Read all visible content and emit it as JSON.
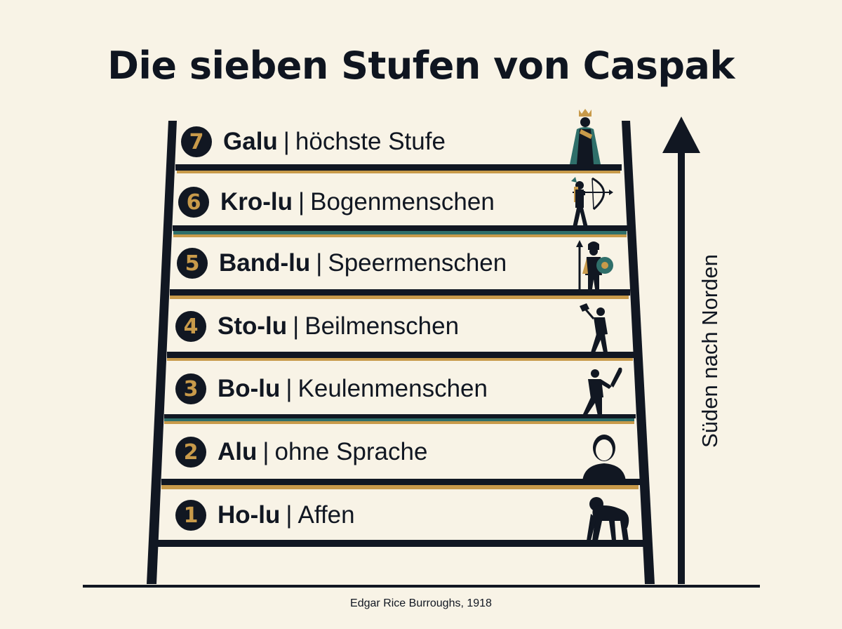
{
  "title": "Die sieben Stufen von Caspak",
  "axis_label": "Süden nach Norden",
  "footer": "Edgar Rice Burroughs, 1918",
  "colors": {
    "dark": "#111722",
    "gold": "#c89a4a",
    "teal": "#2f6f6a",
    "background": "#f8f3e6"
  },
  "steps": [
    {
      "number": "7",
      "name": "Galu",
      "separator": "|",
      "desc": "höchste Stufe",
      "icon": "king-icon"
    },
    {
      "number": "6",
      "name": "Kro-lu",
      "separator": "|",
      "desc": "Bogenmenschen",
      "icon": "archer-icon"
    },
    {
      "number": "5",
      "name": "Band-lu",
      "separator": "|",
      "desc": "Speermenschen",
      "icon": "spearman-icon"
    },
    {
      "number": "4",
      "name": "Sto-lu",
      "separator": "|",
      "desc": "Beilmenschen",
      "icon": "axeman-icon"
    },
    {
      "number": "3",
      "name": "Bo-lu",
      "separator": "|",
      "desc": "Keulenmenschen",
      "icon": "clubman-icon"
    },
    {
      "number": "2",
      "name": "Alu",
      "separator": "|",
      "desc": "ohne Sprache",
      "icon": "person-bust-icon"
    },
    {
      "number": "1",
      "name": "Ho-lu",
      "separator": "|",
      "desc": "Affen",
      "icon": "ape-icon"
    }
  ]
}
